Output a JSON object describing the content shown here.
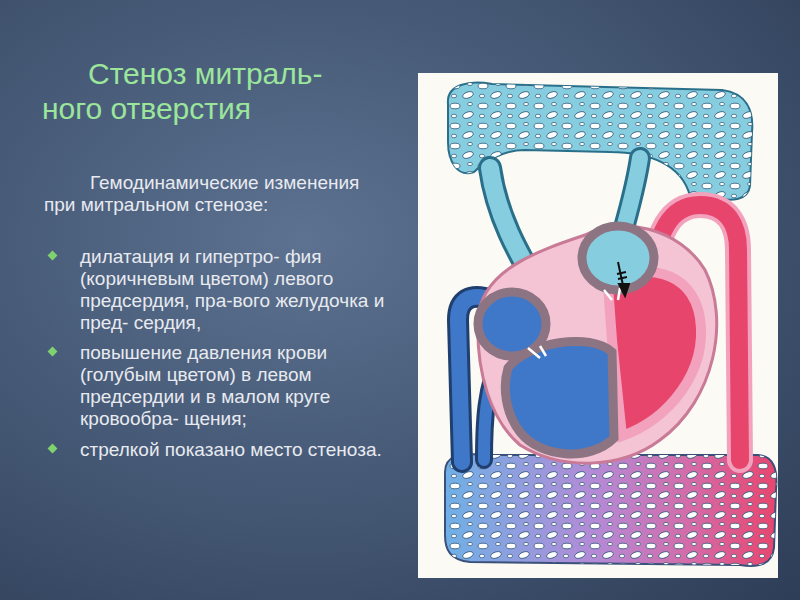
{
  "diagram": {
    "title": "Стеноз митраль- ного отверстия",
    "labels": [
      "Гемодинамические изменения при митральном стенозе:",
      "дилатация и гипертро- фия (коричневым цветом) левого предсердия, пра-вого желудочка и пред- сердия,",
      "повышение давления крови (голубым цветом) в левом предсердии и в малом круге кровообра- щения;",
      "стрелкой показано место стеноза."
    ]
  }
}
